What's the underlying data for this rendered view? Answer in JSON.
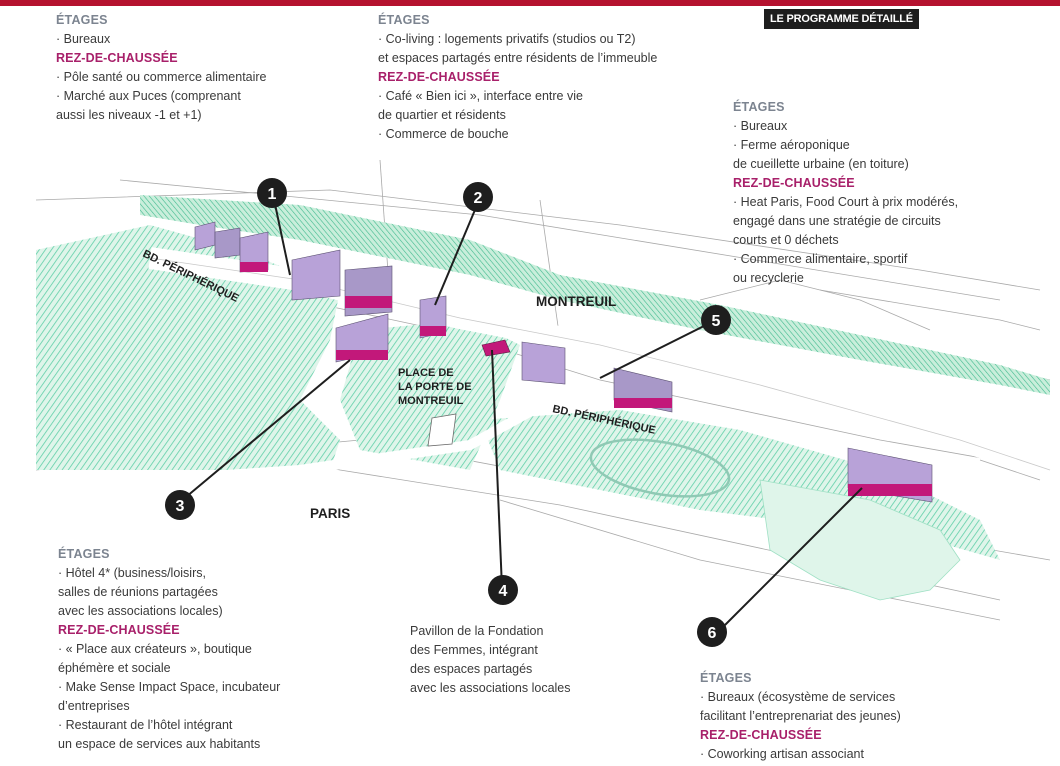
{
  "badge": "LE PROGRAMME DÉTAILLÉ",
  "blocks": {
    "b1": {
      "etages_h": "ÉTAGES",
      "etages": [
        "· Bureaux"
      ],
      "rdc_h": "REZ-DE-CHAUSSÉE",
      "rdc": [
        "· Pôle santé ou commerce alimentaire",
        "· Marché aux Puces (comprenant",
        "aussi les niveaux -1 et +1)"
      ]
    },
    "b2": {
      "etages_h": "ÉTAGES",
      "etages": [
        "· Co-living : logements privatifs (studios ou T2)",
        "et espaces partagés entre résidents de l’immeuble"
      ],
      "rdc_h": "REZ-DE-CHAUSSÉE",
      "rdc": [
        "· Café « Bien ici », interface entre vie",
        "de quartier et résidents",
        "· Commerce de bouche"
      ]
    },
    "b5": {
      "etages_h": "ÉTAGES",
      "etages": [
        "· Bureaux",
        "· Ferme aéroponique",
        "de cueillette urbaine (en toiture)"
      ],
      "rdc_h": "REZ-DE-CHAUSSÉE",
      "rdc": [
        "· Heat Paris, Food Court à prix modérés,",
        "engagé dans une stratégie de circuits",
        "courts et 0 déchets",
        "· Commerce alimentaire, sportif",
        "ou recyclerie"
      ]
    },
    "b3": {
      "etages_h": "ÉTAGES",
      "etages": [
        "· Hôtel 4* (business/loisirs,",
        "salles de réunions partagées",
        "avec les associations locales)"
      ],
      "rdc_h": "REZ-DE-CHAUSSÉE",
      "rdc": [
        "· « Place aux créateurs », boutique",
        " éphémère et sociale",
        "· Make Sense Impact Space, incubateur",
        "d’entreprises",
        "· Restaurant de l’hôtel intégrant",
        "un espace de services aux habitants"
      ]
    },
    "b4": {
      "lines": [
        "Pavillon de la Fondation",
        "des Femmes, intégrant",
        "des espaces partagés",
        "avec les associations locales"
      ]
    },
    "b6": {
      "etages_h": "ÉTAGES",
      "etages": [
        "· Bureaux (écosystème de services",
        "facilitant l’entreprenariat des jeunes)"
      ],
      "rdc_h": "REZ-DE-CHAUSSÉE",
      "rdc": [
        "· Coworking artisan associant"
      ]
    }
  },
  "map": {
    "labels": {
      "bd1": "BD. PÉRIPHÉRIQUE",
      "bd2": "BD. PÉRIPHÉRIQUE",
      "montreuil": "MONTREUIL",
      "paris": "PARIS",
      "place": [
        "PLACE DE",
        "LA PORTE DE",
        "MONTREUIL"
      ]
    },
    "markers": [
      "1",
      "2",
      "3",
      "4",
      "5",
      "6"
    ]
  },
  "colors": {
    "accent_bar": "#b5122f",
    "heading_grey": "#7c8490",
    "heading_magenta": "#a8206a",
    "greenery": "#5fcfa8",
    "building": "#b8a2d8",
    "building_base": "#c2187a"
  }
}
